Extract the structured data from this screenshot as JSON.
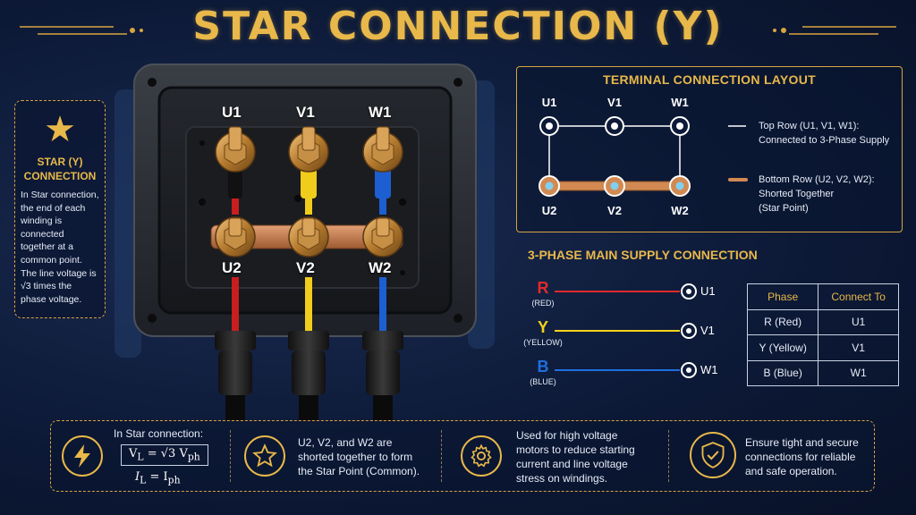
{
  "title": "STAR CONNECTION (Y)",
  "colors": {
    "gold": "#e8b84a",
    "red": "#e02a2a",
    "yellow": "#f5d21a",
    "blue": "#1f6fe0",
    "copper": "#d28a52"
  },
  "star_card": {
    "icon": "star-icon",
    "title_line1": "STAR (Y)",
    "title_line2": "CONNECTION",
    "text": "In Star connection, the end of each winding is connected together at a common point. The line voltage is √3 times the phase voltage."
  },
  "junction_box": {
    "top_labels": [
      "U1",
      "V1",
      "W1"
    ],
    "bottom_labels": [
      "U2",
      "V2",
      "W2"
    ]
  },
  "layout_panel": {
    "title": "TERMINAL CONNECTION LAYOUT",
    "top_nodes": [
      "U1",
      "V1",
      "W1"
    ],
    "bottom_nodes": [
      "U2",
      "V2",
      "W2"
    ],
    "legend_top_line1": "Top Row (U1, V1, W1):",
    "legend_top_line2": "Connected to 3-Phase Supply",
    "legend_bottom_line1": "Bottom Row (U2, V2, W2):",
    "legend_bottom_line2": "Shorted Together",
    "legend_bottom_line3": "(Star Point)"
  },
  "supply": {
    "title": "3-PHASE MAIN SUPPLY CONNECTION",
    "phases": [
      {
        "letter": "R",
        "name": "(RED)",
        "terminal": "U1"
      },
      {
        "letter": "Y",
        "name": "(YELLOW)",
        "terminal": "V1"
      },
      {
        "letter": "B",
        "name": "(BLUE)",
        "terminal": "W1"
      }
    ],
    "table": {
      "headers": [
        "Phase",
        "Connect To"
      ],
      "rows": [
        [
          "R (Red)",
          "U1"
        ],
        [
          "Y (Yellow)",
          "V1"
        ],
        [
          "B (Blue)",
          "W1"
        ]
      ]
    }
  },
  "info": {
    "formula_heading": "In Star connection:",
    "formula_vl_lhs": "V",
    "formula_vl_sub": "L",
    "formula_vl_rhs": " = √3  V",
    "formula_vl_rhs_sub": "ph",
    "formula_il_lhs": "I",
    "formula_il_sub": "L",
    "formula_il_rhs": " = I",
    "formula_il_rhs_sub": "ph",
    "shorted_line1": "U2, V2, and W2 are",
    "shorted_line2": "shorted together to form",
    "shorted_line3": "the Star Point (Common).",
    "usage_line1": "Used for high voltage",
    "usage_line2": "motors to reduce starting",
    "usage_line3": "current and line voltage",
    "usage_line4": "stress on windings.",
    "safety_line1": "Ensure tight and secure",
    "safety_line2": "connections for reliable",
    "safety_line3": "and safe operation.",
    "icons": [
      "lightning-icon",
      "star-outline-icon",
      "gear-icon",
      "shield-check-icon"
    ]
  }
}
